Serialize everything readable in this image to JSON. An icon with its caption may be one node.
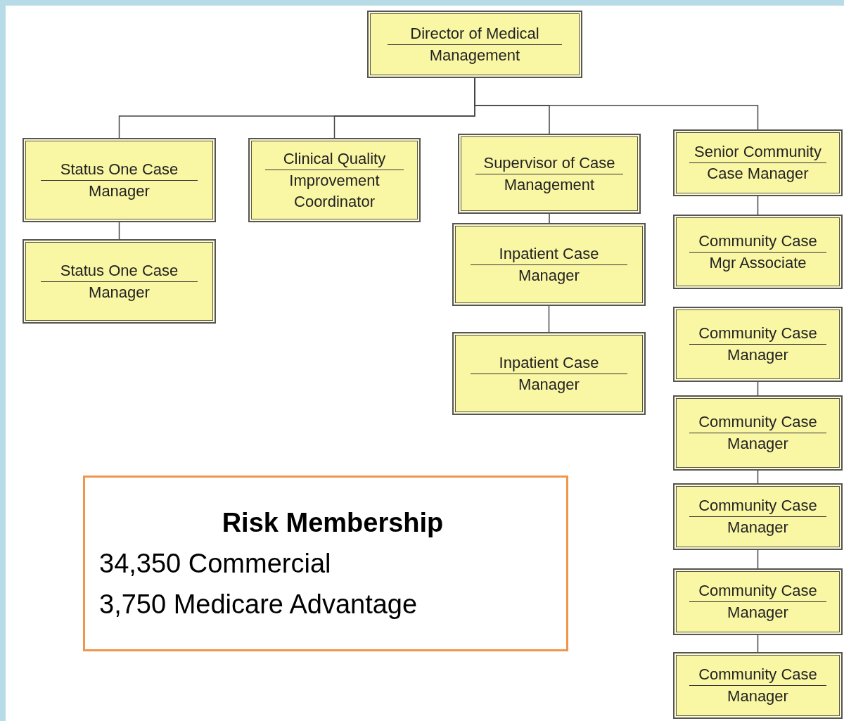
{
  "diagram": {
    "nodes": [
      {
        "text": [
          "Director of Medical",
          "Management"
        ]
      },
      {
        "text": [
          "Status One Case",
          "Manager"
        ]
      },
      {
        "text": [
          "Status One Case",
          "Manager"
        ]
      },
      {
        "text": [
          "Clinical Quality",
          "Improvement Coordinator"
        ]
      },
      {
        "text": [
          "Supervisor of Case",
          "Management"
        ]
      },
      {
        "text": [
          "Inpatient Case",
          "Manager"
        ]
      },
      {
        "text": [
          "Inpatient Case",
          "Manager"
        ]
      },
      {
        "text": [
          "Senior Community",
          "Case Manager"
        ]
      },
      {
        "text": [
          "Community Case",
          "Mgr Associate"
        ]
      },
      {
        "text": [
          "Community Case",
          "Manager"
        ]
      },
      {
        "text": [
          "Community Case",
          "Manager"
        ]
      },
      {
        "text": [
          "Community Case",
          "Manager"
        ]
      },
      {
        "text": [
          "Community Case",
          "Manager"
        ]
      },
      {
        "text": [
          "Community Case",
          "Manager"
        ]
      },
      {
        "text": [
          "Risk Membership",
          "34,350 Commercial",
          "3,750 Medicare Advantage"
        ]
      }
    ],
    "edges": [
      {
        "from": 0,
        "to": 1,
        "arrow": "none"
      },
      {
        "from": 0,
        "to": 3,
        "arrow": "none"
      },
      {
        "from": 0,
        "to": 4,
        "arrow": "none"
      },
      {
        "from": 0,
        "to": 7,
        "arrow": "none"
      },
      {
        "from": 1,
        "to": 2,
        "arrow": "none"
      },
      {
        "from": 4,
        "to": 5,
        "arrow": "none"
      },
      {
        "from": 5,
        "to": 6,
        "arrow": "none"
      },
      {
        "from": 7,
        "to": 8,
        "arrow": "none"
      },
      {
        "from": 9,
        "to": 10,
        "arrow": "none"
      },
      {
        "from": 10,
        "to": 11,
        "arrow": "none"
      },
      {
        "from": 11,
        "to": 12,
        "arrow": "none"
      },
      {
        "from": 12,
        "to": 13,
        "arrow": "none"
      }
    ]
  }
}
